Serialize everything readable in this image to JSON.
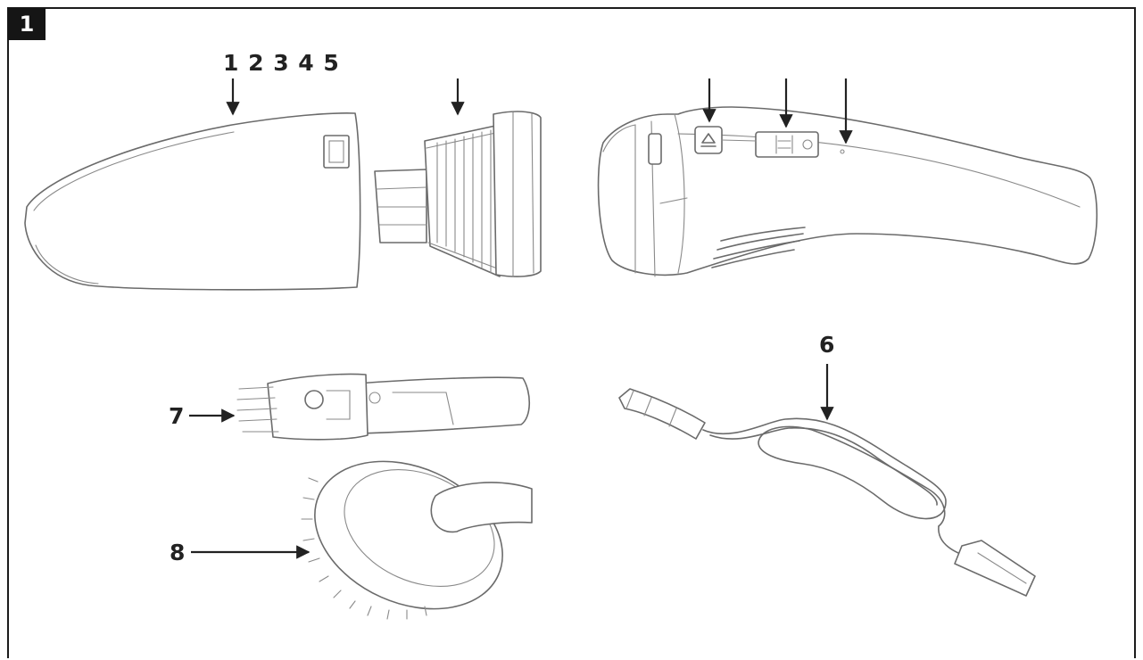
{
  "figure": {
    "number": "1"
  },
  "callouts": {
    "top_numbers": "1 2 3 4 5",
    "label_6": "6",
    "label_7": "7",
    "label_8": "8"
  },
  "colors": {
    "line": "#6b6b6b",
    "arrow": "#222222",
    "badge": "#151515"
  }
}
